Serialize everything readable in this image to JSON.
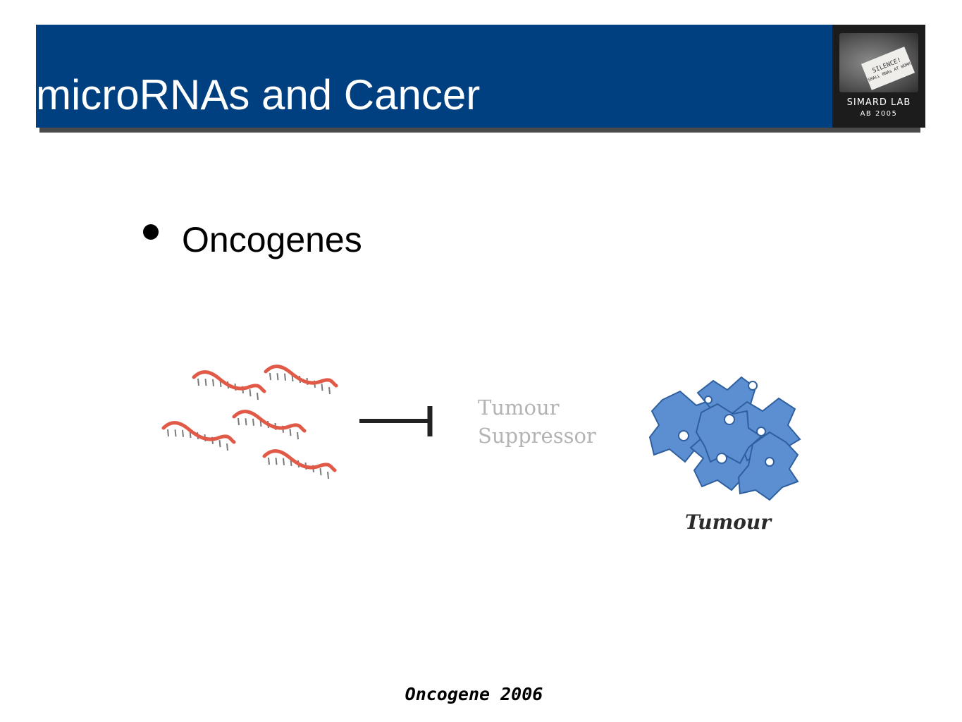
{
  "slide": {
    "title": "microRNAs and Cancer",
    "bullet": "Oncogenes",
    "citation": "Oncogene 2006"
  },
  "logo": {
    "note_line1": "SILENCE!",
    "note_line2": "SMALL RNAs AT WORK",
    "name": "SIMARD LAB",
    "sub": "AB 2005"
  },
  "diagram": {
    "suppressor_label": "Tumour\nSuppressor",
    "tumour_label": "Tumour",
    "colors": {
      "mirna_strand": "#e05a47",
      "inhibition_bar": "#222222",
      "cell_fill": "#5b8fd1",
      "cell_outline": "#2f5f9e"
    }
  },
  "colors": {
    "title_bar": "#003f80",
    "title_shadow": "#4a4a4a"
  }
}
